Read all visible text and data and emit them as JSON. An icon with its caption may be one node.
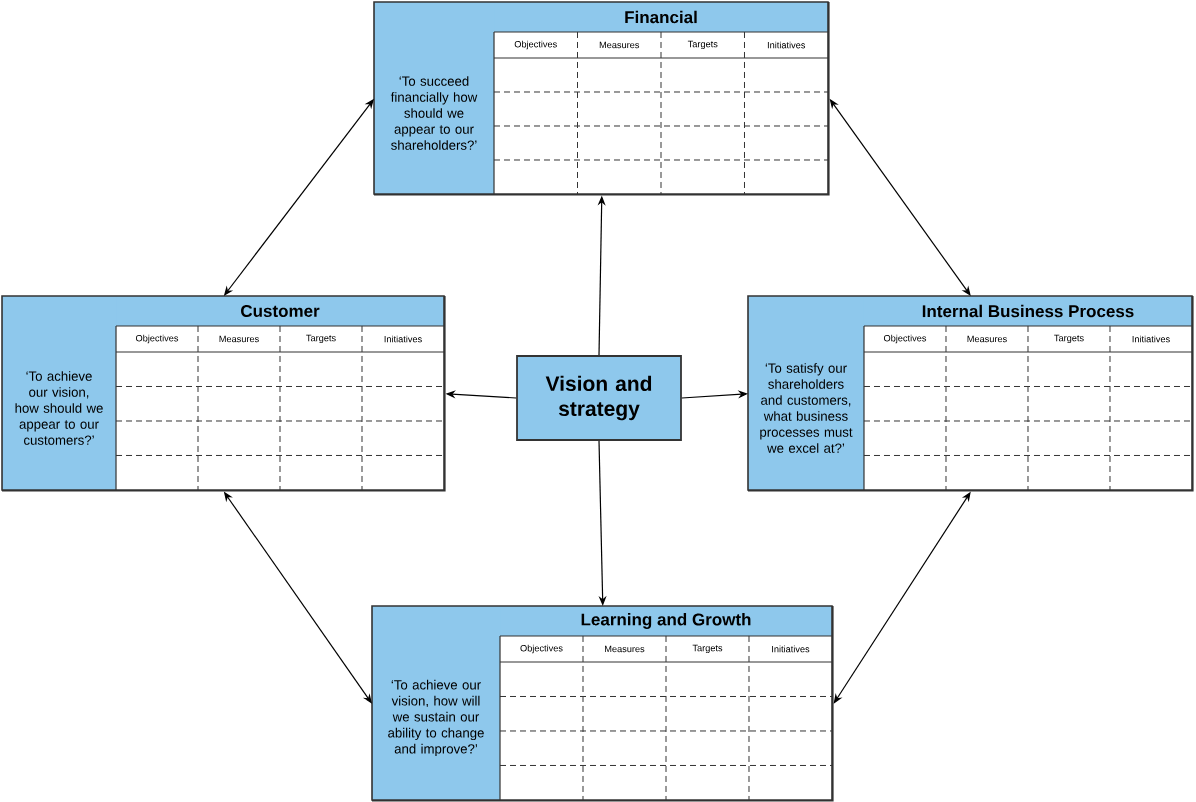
{
  "diagram": {
    "nodes": [
      {
        "text": [
          "Financial",
          "‘To succeed financially how should we appear to our shareholders?’"
        ]
      },
      {
        "text": [
          "Customer",
          "‘To achieve our vision, how should we appear to our customers?’"
        ]
      },
      {
        "text": [
          "Vision and strategy"
        ]
      },
      {
        "text": [
          "Internal Business Process",
          "‘To satisfy our shareholders and customers, what business processes must we excel at?’"
        ]
      },
      {
        "text": [
          "Learning and Growth",
          "‘To achieve our vision, how will we sustain our ability to change and improve?’"
        ]
      }
    ],
    "edges": [
      {
        "from": 2,
        "to": 0,
        "arrow": "to"
      },
      {
        "from": 2,
        "to": 1,
        "arrow": "to"
      },
      {
        "from": 2,
        "to": 3,
        "arrow": "to"
      },
      {
        "from": 2,
        "to": 4,
        "arrow": "to"
      },
      {
        "from": 0,
        "to": 1,
        "arrow": "both"
      },
      {
        "from": 0,
        "to": 3,
        "arrow": "both"
      },
      {
        "from": 1,
        "to": 4,
        "arrow": "both"
      },
      {
        "from": 3,
        "to": 4,
        "arrow": "both"
      }
    ],
    "labels": [
      "Objectives",
      "Measures",
      "Targets",
      "Initiatives",
      "Objectives",
      "Measures",
      "Targets",
      "Initiatives",
      "Objectives",
      "Measures",
      "Targets",
      "Initiatives",
      "Objectives",
      "Measures",
      "Targets",
      "Initiatives"
    ]
  }
}
